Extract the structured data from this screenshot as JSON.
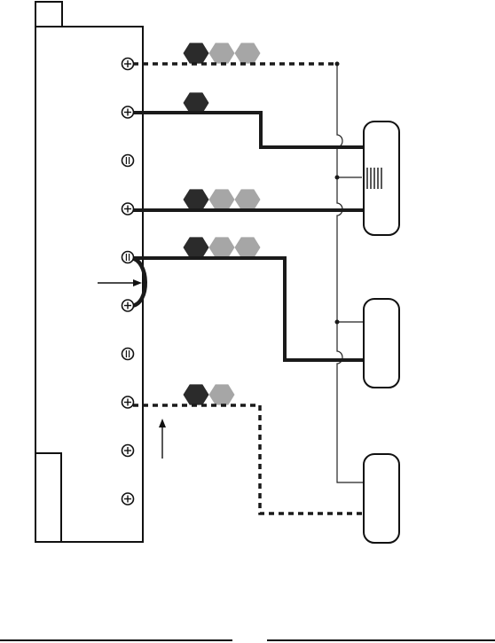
{
  "colors": {
    "ink": "#1a1a1a",
    "black_connector": "#2b2b2b",
    "grey_connector": "#a6a6a6",
    "background": "#ffffff"
  },
  "terminals": [
    {
      "icon": "plus-screw-icon"
    },
    {
      "icon": "plus-screw-icon"
    },
    {
      "icon": "slot-screw-icon"
    },
    {
      "icon": "plus-screw-icon"
    },
    {
      "icon": "slot-screw-icon"
    },
    {
      "icon": "plus-screw-icon"
    },
    {
      "icon": "slot-screw-icon"
    },
    {
      "icon": "plus-screw-icon"
    },
    {
      "icon": "plus-screw-icon"
    },
    {
      "icon": "plus-screw-icon"
    }
  ],
  "connector_groups": [
    {
      "colors": [
        "black",
        "grey",
        "grey"
      ]
    },
    {
      "colors": [
        "black"
      ]
    },
    {
      "colors": [
        "black",
        "grey",
        "grey"
      ]
    },
    {
      "colors": [
        "black",
        "grey",
        "grey"
      ]
    },
    {
      "colors": [
        "black",
        "grey"
      ]
    }
  ],
  "devices": [
    {
      "name": "device-top",
      "has_grille": true
    },
    {
      "name": "device-middle",
      "has_grille": false
    },
    {
      "name": "device-bottom",
      "has_grille": false
    }
  ],
  "wires": [
    {
      "name": "wire-dashed-top",
      "style": "dashed"
    },
    {
      "name": "wire-solid-2",
      "style": "solid"
    },
    {
      "name": "wire-solid-4",
      "style": "solid"
    },
    {
      "name": "wire-solid-5",
      "style": "solid"
    },
    {
      "name": "wire-dashed-bottom",
      "style": "dashed"
    }
  ],
  "arrows": [
    {
      "name": "jumper-arrow",
      "direction": "right"
    },
    {
      "name": "dashed-wire-arrow",
      "direction": "up"
    }
  ]
}
